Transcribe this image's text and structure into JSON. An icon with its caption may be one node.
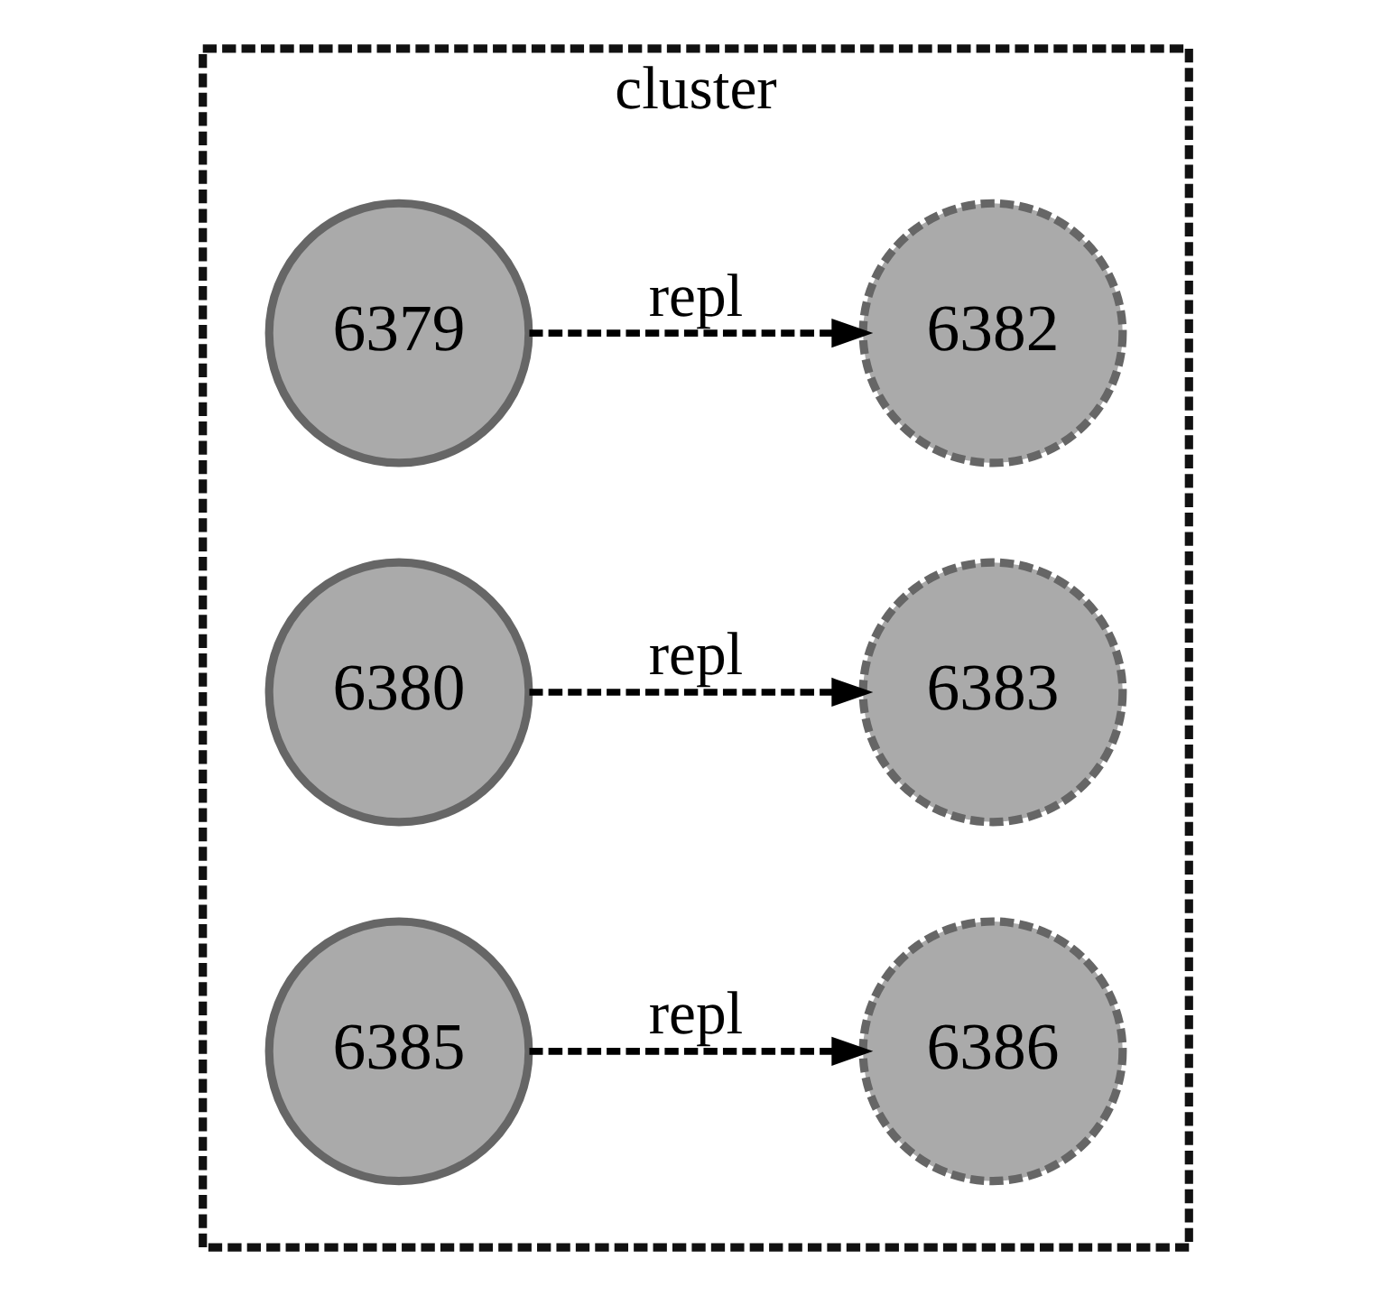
{
  "diagram": {
    "nodes": [
      {
        "text": [
          "cluster"
        ]
      },
      {
        "text": [
          "6379"
        ],
        "in": 0
      },
      {
        "text": [
          "6382"
        ],
        "in": 0
      },
      {
        "text": [
          "6380"
        ],
        "in": 0
      },
      {
        "text": [
          "6383"
        ],
        "in": 0
      },
      {
        "text": [
          "6385"
        ],
        "in": 0
      },
      {
        "text": [
          "6386"
        ],
        "in": 0
      }
    ],
    "edges": [
      {
        "from": 1,
        "to": 2,
        "arrow": "to",
        "label": "repl",
        "style": "dashed"
      },
      {
        "from": 3,
        "to": 4,
        "arrow": "to",
        "label": "repl",
        "style": "dashed"
      },
      {
        "from": 5,
        "to": 6,
        "arrow": "to",
        "label": "repl",
        "style": "dashed"
      }
    ]
  }
}
